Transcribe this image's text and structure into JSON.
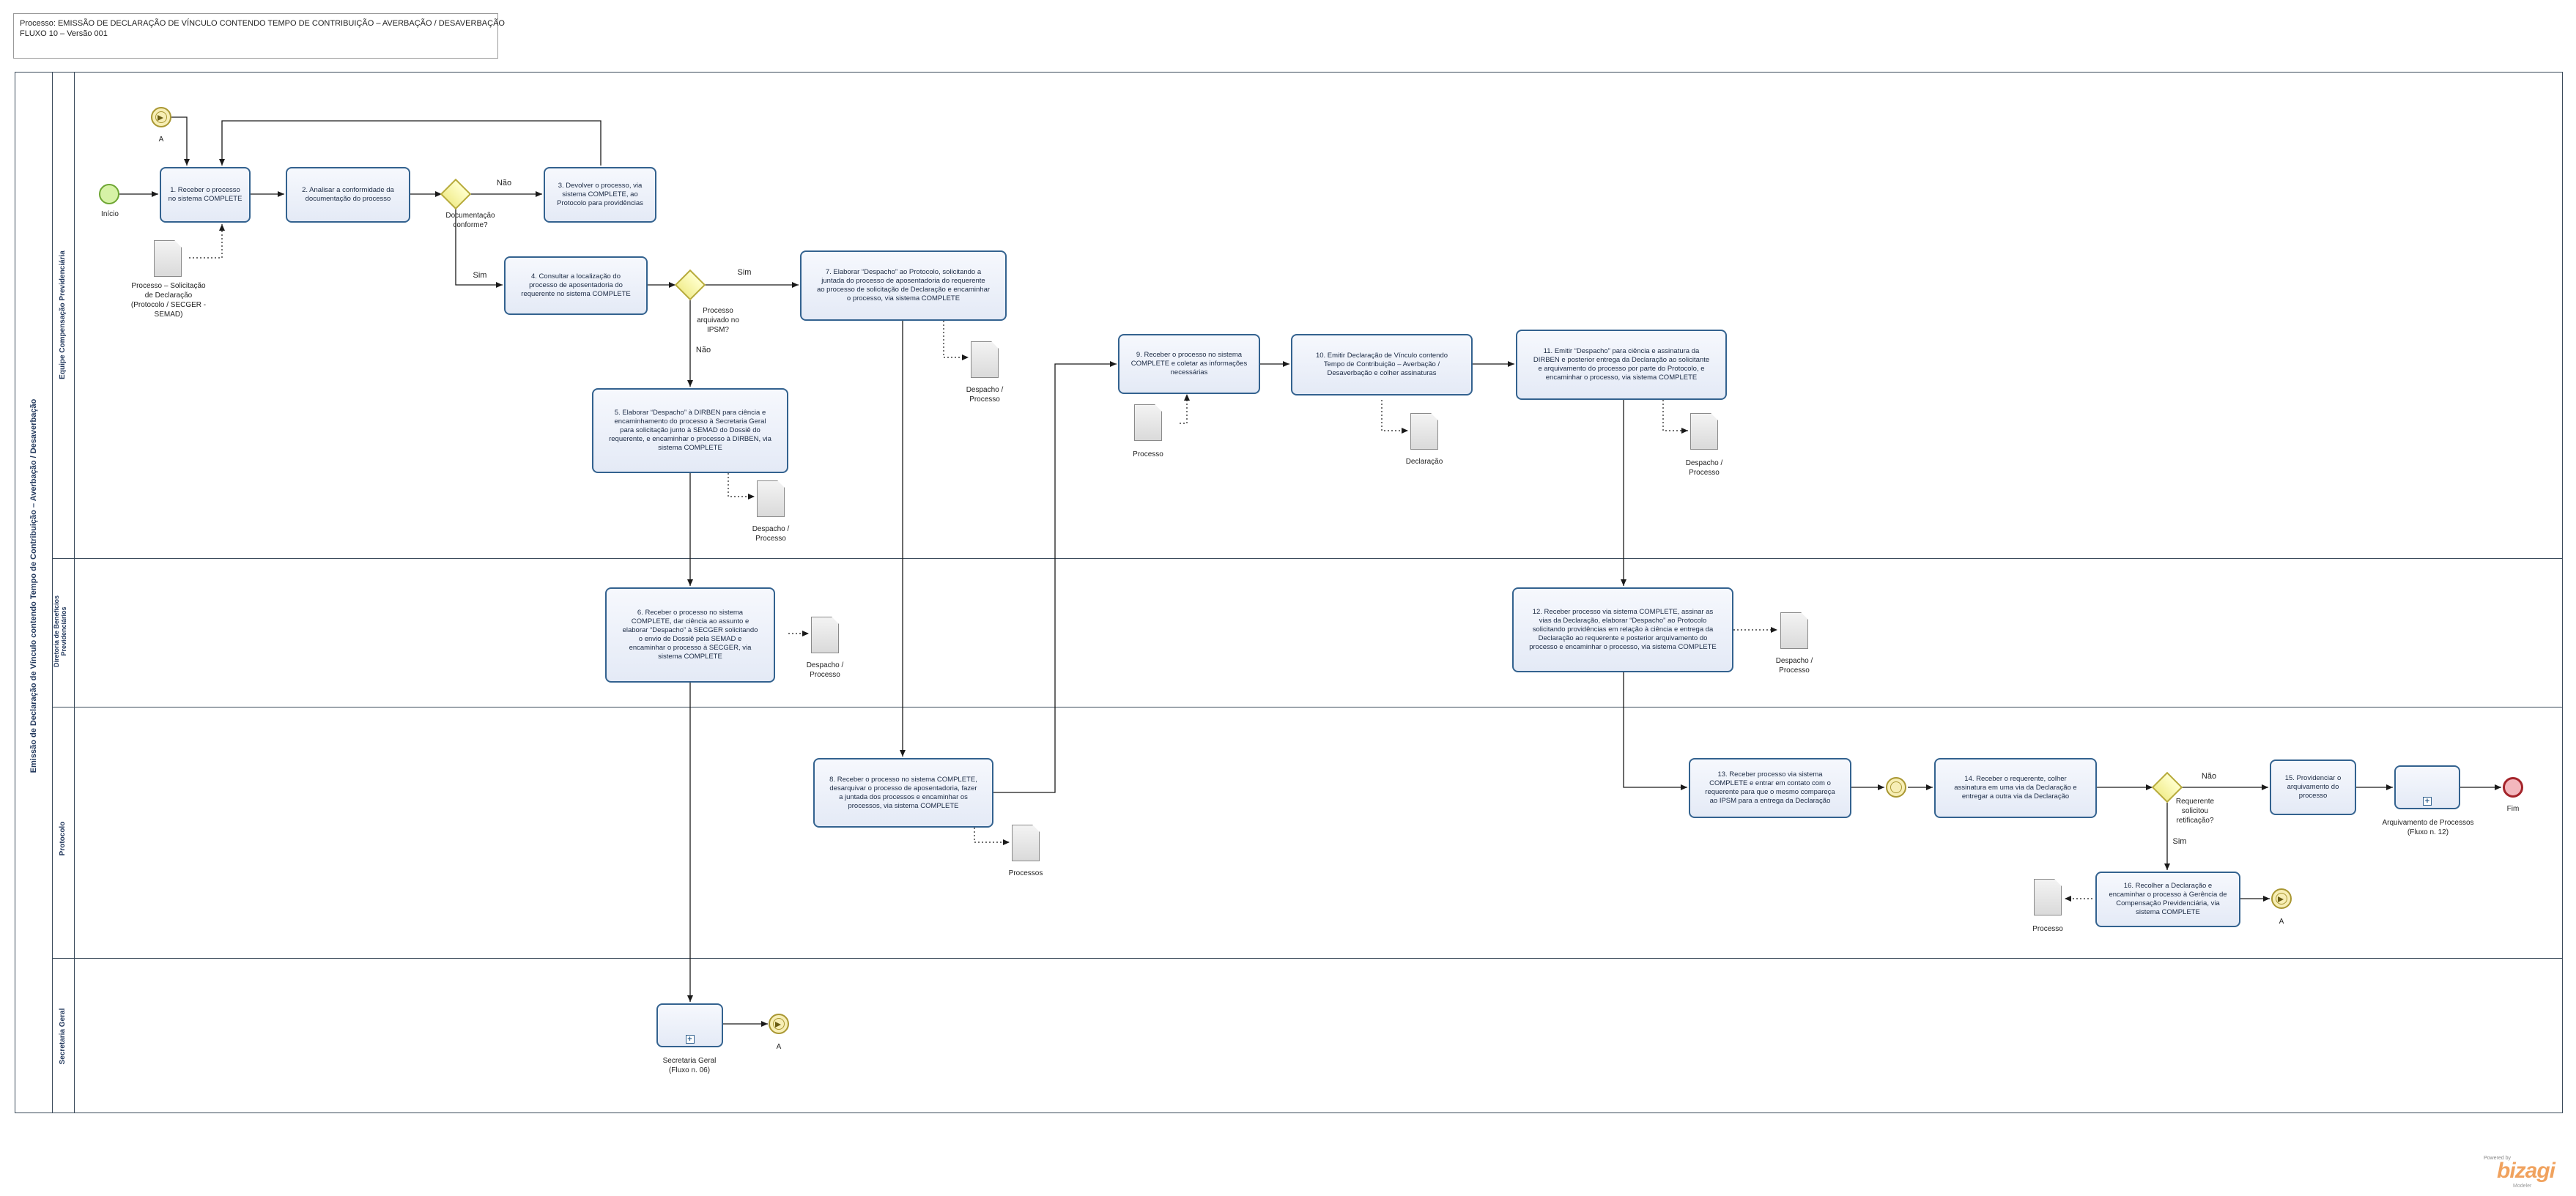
{
  "header": {
    "line1": "Processo: EMISSÃO DE DECLARAÇÃO DE VÍNCULO CONTENDO TEMPO DE CONTRIBUIÇÃO – AVERBAÇÃO / DESAVERBAÇÃO",
    "line2": "FLUXO 10 – Versão 001"
  },
  "pool": {
    "label": "Emissão de Declaração de Vínculo contendo Tempo de Contribuição – Averbação / Desaverbação"
  },
  "lanes": {
    "l1": "Equipe Compensação Previdenciária",
    "l2a": "Diretoria de Benefícios",
    "l2b": "Previdenciários",
    "l3": "Protocolo",
    "l4": "Secretaria Geral"
  },
  "tasks": {
    "t1": [
      "1. Receber o processo",
      "no sistema COMPLETE"
    ],
    "t2": [
      "2. Analisar a conformidade da",
      "documentação do processo"
    ],
    "t3": [
      "3. Devolver o processo, via",
      "sistema COMPLETE, ao",
      "Protocolo para providências"
    ],
    "t4": [
      "4. Consultar a localização do",
      "processo de aposentadoria do",
      "requerente no sistema COMPLETE"
    ],
    "t5": [
      "5. Elaborar “Despacho” à DIRBEN para ciência e",
      "encaminhamento do processo à Secretaria Geral",
      "para solicitação junto à SEMAD do Dossiê do",
      "requerente, e encaminhar o processo à DIRBEN, via",
      "sistema COMPLETE"
    ],
    "t6": [
      "6. Receber o processo no sistema",
      "COMPLETE, dar ciência ao assunto e",
      "elaborar “Despacho” à SECGER solicitando",
      "o envio de Dossiê pela SEMAD e",
      "encaminhar o processo à SECGER, via",
      "sistema COMPLETE"
    ],
    "t7": [
      "7. Elaborar “Despacho” ao Protocolo, solicitando a",
      "juntada do processo de aposentadoria do requerente",
      "ao processo de solicitação de Declaração e encaminhar",
      "o processo, via sistema COMPLETE"
    ],
    "t8": [
      "8. Receber o processo no sistema COMPLETE,",
      "desarquivar o processo de aposentadoria, fazer",
      "a juntada dos processos e encaminhar os",
      "processos, via sistema COMPLETE"
    ],
    "t9": [
      "9. Receber o processo no sistema",
      "COMPLETE e coletar as informações",
      "necessárias"
    ],
    "t10": [
      "10. Emitir Declaração de Vínculo contendo",
      "Tempo de Contribuição – Averbação /",
      "Desaverbação e colher assinaturas"
    ],
    "t11": [
      "11. Emitir “Despacho” para ciência e assinatura da",
      "DIRBEN e posterior entrega da Declaração ao solicitante",
      "e arquivamento do processo por parte do Protocolo, e",
      "encaminhar o processo, via sistema COMPLETE"
    ],
    "t12": [
      "12. Receber processo via sistema COMPLETE, assinar as",
      "vias da Declaração, elaborar “Despacho” ao Protocolo",
      "solicitando providências em relação à ciência e entrega da",
      "Declaração ao requerente e posterior arquivamento do",
      "processo e encaminhar o processo, via sistema COMPLETE"
    ],
    "t13": [
      "13. Receber processo via sistema",
      "COMPLETE e entrar em contato com o",
      "requerente para que o mesmo compareça",
      "ao IPSM para a entrega da Declaração"
    ],
    "t14": [
      "14. Receber o requerente, colher",
      "assinatura em uma via da Declaração e",
      "entregar a outra via da Declaração"
    ],
    "t15": [
      "15. Providenciar o",
      "arquivamento do",
      "processo"
    ],
    "t16": [
      "16. Recolher a Declaração e",
      "encaminhar o processo à Gerência de",
      "Compensação Previdenciária, via",
      "sistema COMPLETE"
    ]
  },
  "subprocesses": {
    "secger": [
      "Secretaria Geral",
      "(Fluxo n. 06)"
    ],
    "arquivo": [
      "Arquivamento de Processos",
      "(Fluxo n. 12)"
    ]
  },
  "gateways": {
    "g1": [
      "Documentação",
      "conforme?"
    ],
    "g2": [
      "Processo",
      "arquivado no",
      "IPSM?"
    ],
    "g3": [
      "Requerente",
      "solicitou",
      "retificação?"
    ]
  },
  "flow_labels": {
    "nao": "Não",
    "sim": "Sim"
  },
  "events": {
    "start": "Início",
    "end": "Fim",
    "link": "A"
  },
  "documents": {
    "d1": [
      "Processo – Solicitação",
      "de Declaração",
      "(Protocolo / SECGER -",
      "SEMAD)"
    ],
    "dp": [
      "Despacho /",
      "Processo"
    ],
    "proc": "Processo",
    "procs": "Processos",
    "decl": "Declaração"
  },
  "branding": {
    "powered": "Powered by",
    "name": "bizagi",
    "sub": "Modeler"
  },
  "colors": {
    "task_border": "#33628f",
    "lane_border": "#3a4a5a",
    "gateway_fill": "#f2ee92",
    "start_fill": "#d6f2a6",
    "end_fill": "#f3b7bd"
  }
}
